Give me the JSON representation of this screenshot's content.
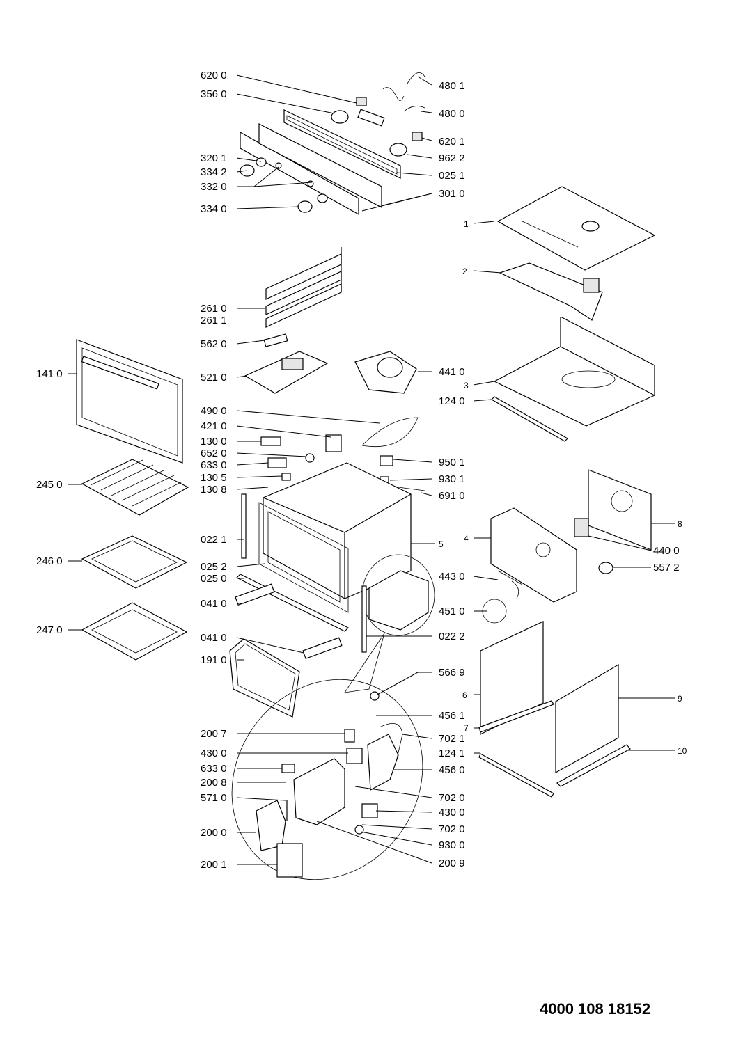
{
  "document_number": "4000 108 18152",
  "labels": {
    "l6200": "620 0",
    "l3560": "356 0",
    "l4801": "480 1",
    "l4800": "480 0",
    "l6201": "620 1",
    "l3201": "320 1",
    "l9622": "962 2",
    "l3342": "334 2",
    "l0251": "025 1",
    "l3320": "332 0",
    "l3010": "301 0",
    "l3340": "334 0",
    "l1": "1",
    "l2": "2",
    "l2610": "261 0",
    "l2611": "261 1",
    "l5620": "562 0",
    "l1410": "141 0",
    "l5210": "521 0",
    "l4410": "441 0",
    "l3": "3",
    "l1240": "124 0",
    "l4900": "490 0",
    "l4210": "421 0",
    "l1300": "130 0",
    "l6520": "652 0",
    "l6330": "633 0",
    "l1305": "130 5",
    "l1308": "130 8",
    "l2450": "245 0",
    "l9501": "950 1",
    "l9301": "930 1",
    "l6910": "691 0",
    "l8": "8",
    "l0221": "022 1",
    "l4": "4",
    "l5": "5",
    "l4400": "440 0",
    "l5572": "557 2",
    "l2460": "246 0",
    "l0252": "025 2",
    "l0250": "025 0",
    "l4430": "443 0",
    "l0410a": "041 0",
    "l4510": "451 0",
    "l2470": "247 0",
    "l0410b": "041 0",
    "l0222": "022 2",
    "l1910": "191 0",
    "l5669": "566 9",
    "l6": "6",
    "l9": "9",
    "l4561": "456 1",
    "l2007": "200 7",
    "l7021": "702 1",
    "l7": "7",
    "l1241": "124 1",
    "l10": "10",
    "l4300a": "430 0",
    "l6330b": "633 0",
    "l4560": "456 0",
    "l2008": "200 8",
    "l7020a": "702 0",
    "l5710": "571 0",
    "l4300b": "430 0",
    "l7020b": "702 0",
    "l2000": "200 0",
    "l9300": "930 0",
    "l2001": "200 1",
    "l2009": "200 9"
  }
}
